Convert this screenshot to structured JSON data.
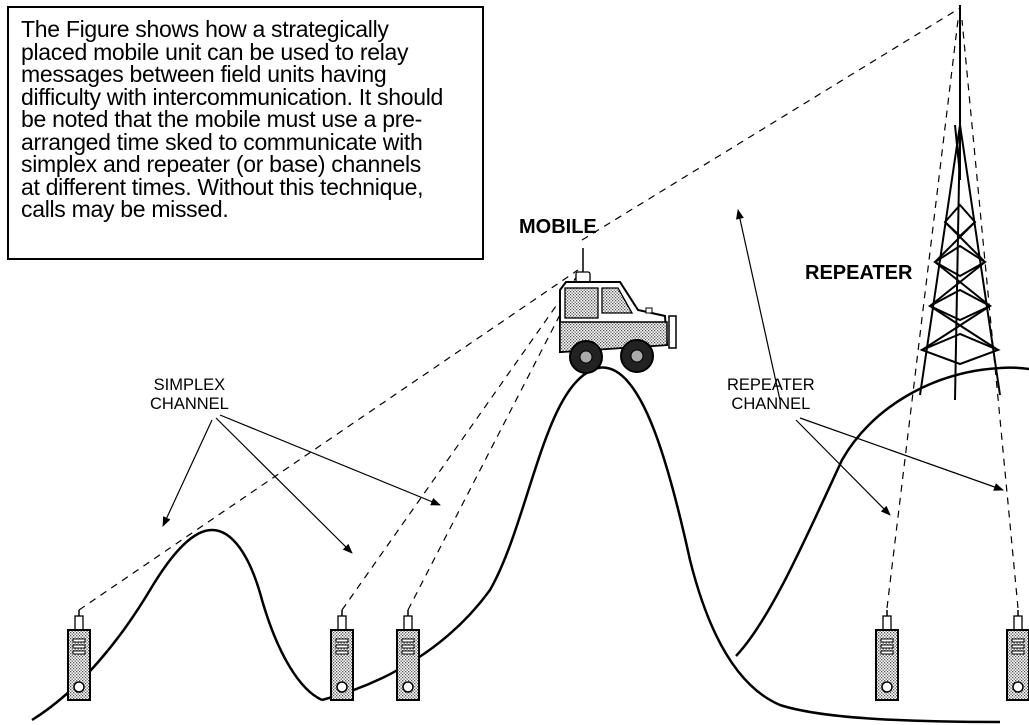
{
  "caption": "The Figure shows how a strategically\nplaced mobile unit can be used to relay\nmessages between field units having\ndifficulty with intercommunication.  It should\nbe noted that the mobile must use a pre-\narranged time sked to communicate with\nsimplex and repeater (or base) channels\nat different times.  Without this technique,\ncalls may be missed.",
  "labels": {
    "mobile": "MOBILE",
    "repeater": "REPEATER",
    "simplex_channel": "SIMPLEX\nCHANNEL",
    "repeater_channel": "REPEATER\nCHANNEL"
  },
  "colors": {
    "ink": "#000000",
    "stipple": "#b9b9b9",
    "paper": "#ffffff"
  },
  "icons": [
    "portable-radio-icon",
    "mobile-vehicle-icon",
    "repeater-tower-icon"
  ]
}
